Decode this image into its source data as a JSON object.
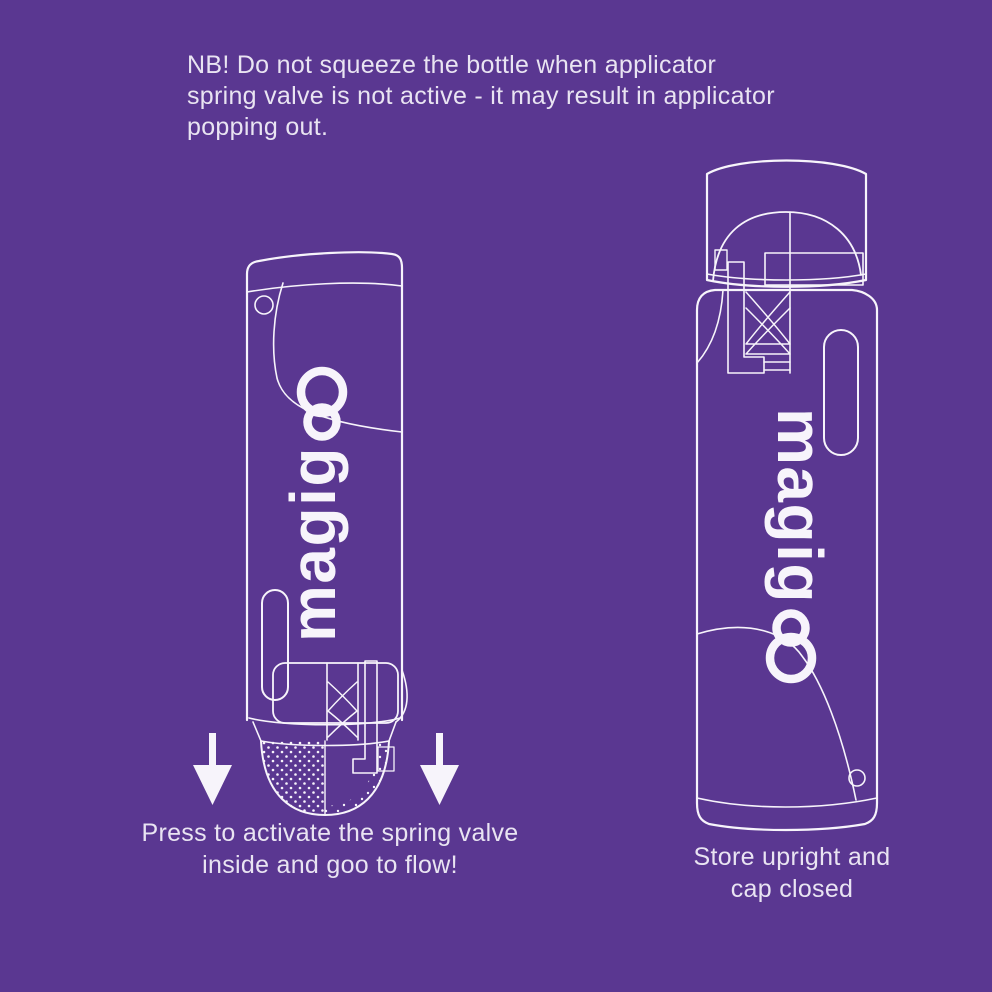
{
  "colors": {
    "background": "#5a3791",
    "line_art": "#f7f4fb",
    "text": "#e9e4f2"
  },
  "note": {
    "line1": "NB! Do not squeeze the bottle when applicator",
    "line2": "spring valve is not active - it may result in applicator",
    "line3": "popping out."
  },
  "left_figure": {
    "description": "upside-down bottle cross-section with applicator tip pressed",
    "logo_text": "magig",
    "logo_full_name": "magigoo",
    "caption_line1": "Press to activate the spring valve",
    "caption_line2": "inside and goo to flow!"
  },
  "right_figure": {
    "description": "upright bottle with ribbed cap closed, valve cross-section",
    "logo_text": "magig",
    "logo_full_name": "magigoo",
    "caption_line1": "Store upright and",
    "caption_line2": "cap closed"
  }
}
